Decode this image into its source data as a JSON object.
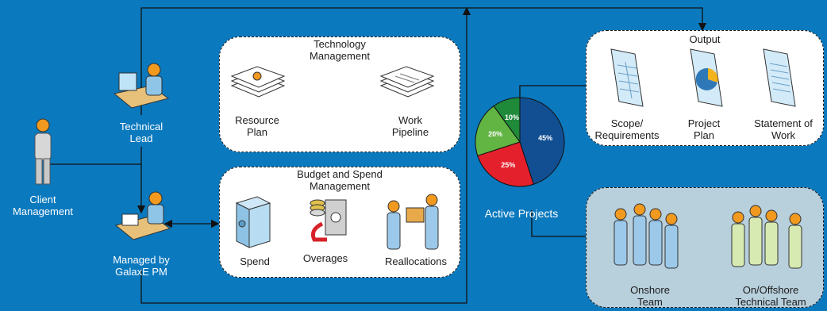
{
  "colors": {
    "background": "#0b79be",
    "panel_white": "#ffffff",
    "panel_grey": "#b8cfdc"
  },
  "people": {
    "client": {
      "label_1": "Client",
      "label_2": "Management"
    },
    "tech_lead": {
      "label_1": "Technical",
      "label_2": "Lead"
    },
    "pm": {
      "label_1": "Managed by",
      "label_2": "GalaxE PM"
    }
  },
  "technology_panel": {
    "title_1": "Technology",
    "title_2": "Management",
    "items": [
      {
        "label_1": "Resource",
        "label_2": "Plan",
        "icon": "document-stack-icon"
      },
      {
        "label_1": "Work",
        "label_2": "Pipeline",
        "icon": "document-stack-icon"
      }
    ]
  },
  "budget_panel": {
    "title_1": "Budget and Spend",
    "title_2": "Management",
    "items": [
      {
        "label": "Spend",
        "icon": "building-icon"
      },
      {
        "label": "Overages",
        "icon": "vault-icon"
      },
      {
        "label": "Reallocations",
        "icon": "exchange-icon"
      }
    ]
  },
  "output_panel": {
    "title": "Output",
    "items": [
      {
        "label_1": "Scope/",
        "label_2": "Requirements",
        "icon": "spreadsheet-doc-icon"
      },
      {
        "label_1": "Project",
        "label_2": "Plan",
        "icon": "chart-doc-icon"
      },
      {
        "label_1": "Statement of",
        "label_2": "Work",
        "icon": "text-doc-icon"
      }
    ]
  },
  "teams_panel": {
    "items": [
      {
        "label_1": "Onshore",
        "label_2": "Team",
        "icon": "blue-team-icon"
      },
      {
        "label_1": "On/Offshore",
        "label_2": "Technical Team",
        "icon": "green-team-icon"
      }
    ]
  },
  "chart_data": {
    "type": "pie",
    "title": "Active Projects",
    "slices": [
      {
        "label": "45%",
        "value": 45,
        "color": "#124f92"
      },
      {
        "label": "25%",
        "value": 25,
        "color": "#e4202c"
      },
      {
        "label": "20%",
        "value": 20,
        "color": "#62b443"
      },
      {
        "label": "10%",
        "value": 10,
        "color": "#1f8a3a"
      }
    ]
  }
}
